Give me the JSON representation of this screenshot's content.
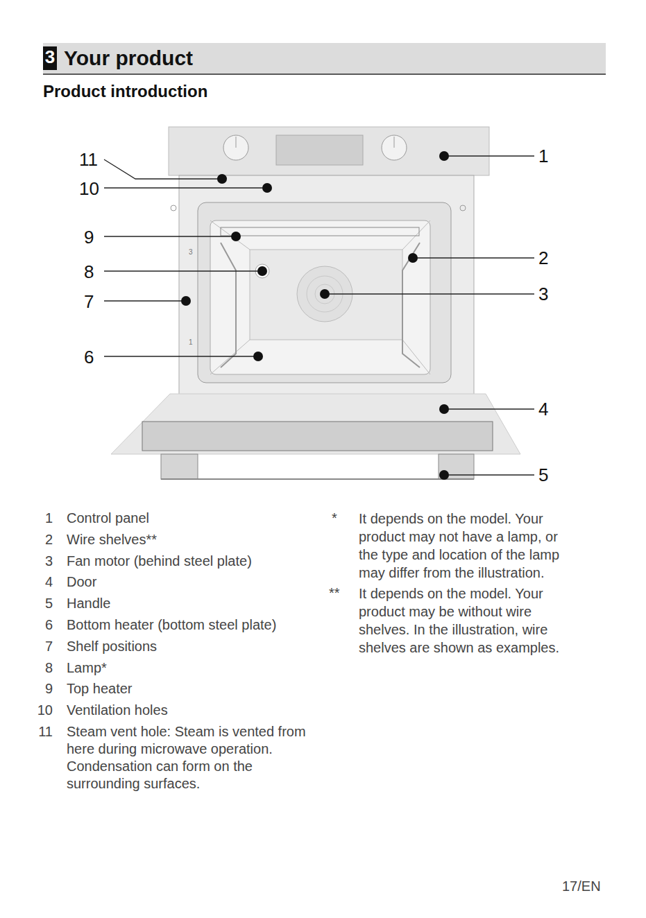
{
  "diagram": {
    "title": "Your product",
    "labels": [
      "3",
      "Product introduction",
      "11",
      "10",
      "9",
      "8",
      "7",
      "6",
      "1",
      "2",
      "3",
      "4",
      "5",
      "3",
      "1",
      "1",
      "Control panel",
      "2",
      "Wire shelves**",
      "3",
      "Fan motor (behind steel plate)",
      "4",
      "Door",
      "5",
      "Handle",
      "6",
      "Bottom heater (bottom steel plate)",
      "7",
      "Shelf positions",
      "8",
      "Lamp*",
      "9",
      "Top heater",
      "10",
      "Ventilation holes",
      "11",
      "Steam vent hole: Steam is vented from here during microwave operation. Condensation can form on the surrounding surfaces.",
      "*",
      "It depends on the model. Your product may not have a lamp, or the type and location of the lamp may differ from the illustration.",
      "**",
      "It depends on the model. Your product may be without wire shelves. In the illustration, wire shelves are shown as examples.",
      "17/EN"
    ]
  }
}
